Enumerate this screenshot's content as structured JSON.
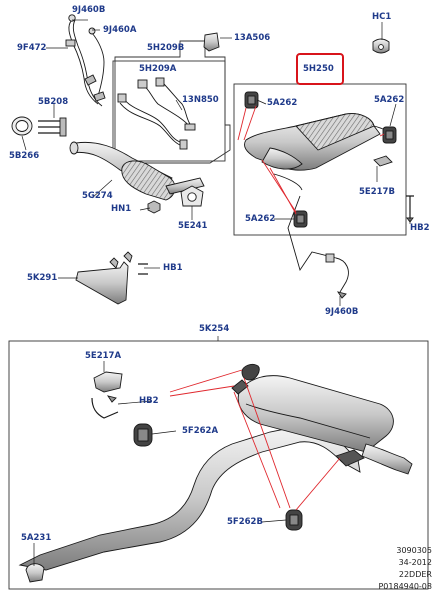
{
  "labels": {
    "l_9J460B_top": "9J460B",
    "l_9J460A_top": "9J460A",
    "l_9F472": "9F472",
    "l_5H209B": "5H209B",
    "l_13A506": "13A506",
    "l_HC1": "HC1",
    "l_5H209A": "5H209A",
    "l_13N850": "13N850",
    "l_5H250": "5H250",
    "l_5B208": "5B208",
    "l_5A262_a": "5A262",
    "l_5A262_b": "5A262",
    "l_5B266": "5B266",
    "l_5G274": "5G274",
    "l_5E217B": "5E217B",
    "l_HN1": "HN1",
    "l_5E241": "5E241",
    "l_5A262_c": "5A262",
    "l_HB2_right": "HB2",
    "l_5K291": "5K291",
    "l_HB1": "HB1",
    "l_9J460B_mid": "9J460B",
    "l_5K254": "5K254",
    "l_5E217A": "5E217A",
    "l_HB2_lower": "HB2",
    "l_5F262A": "5F262A",
    "l_5F262B": "5F262B",
    "l_5A231": "5A231"
  },
  "footer": {
    "line1": "3090305",
    "line2": "34-2012",
    "line3": "22DDER",
    "line4": "P0184940-08"
  },
  "colors": {
    "label_text": "#1f3a8a",
    "highlight": "#d8141b",
    "leader_red": "#e0282e",
    "part_stroke": "#1a1a1a"
  }
}
